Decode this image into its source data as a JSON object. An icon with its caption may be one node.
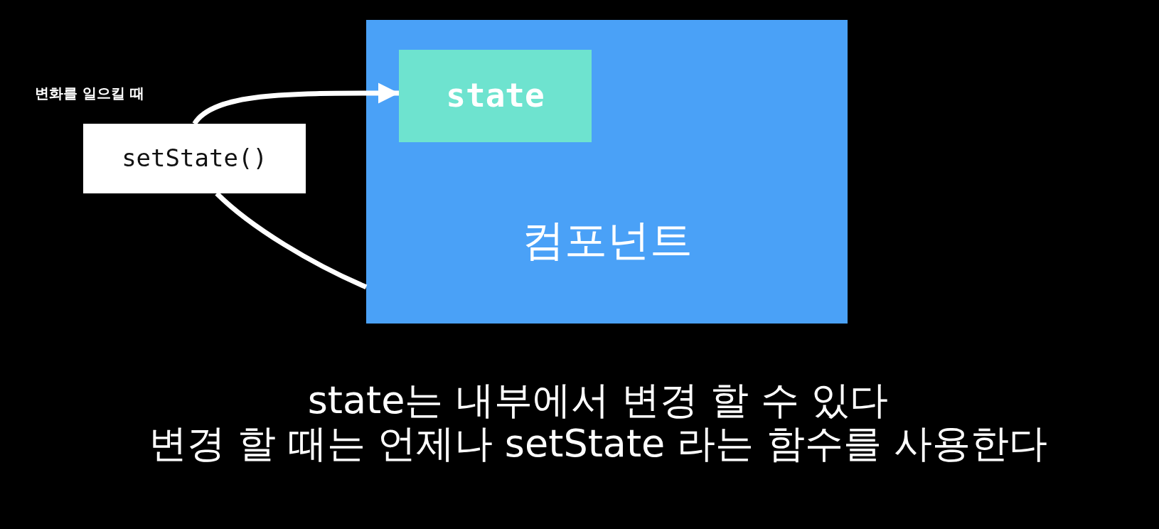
{
  "diagram": {
    "nodes": [
      {
        "text": [
          "컴포넌트"
        ]
      },
      {
        "text": [
          "state"
        ],
        "in": 0
      },
      {
        "text": [
          "setState()"
        ]
      }
    ],
    "edges": [
      {
        "from": 2,
        "to": 1,
        "arrow": "to",
        "label": "변화를 일으킬 때"
      },
      {
        "from": 2,
        "to": 0,
        "arrow": "none"
      }
    ],
    "labels": [
      "state는 내부에서 변경 할 수 있다",
      "변경 할 때는 언제나 setState 라는 함수를 사용한다"
    ]
  }
}
